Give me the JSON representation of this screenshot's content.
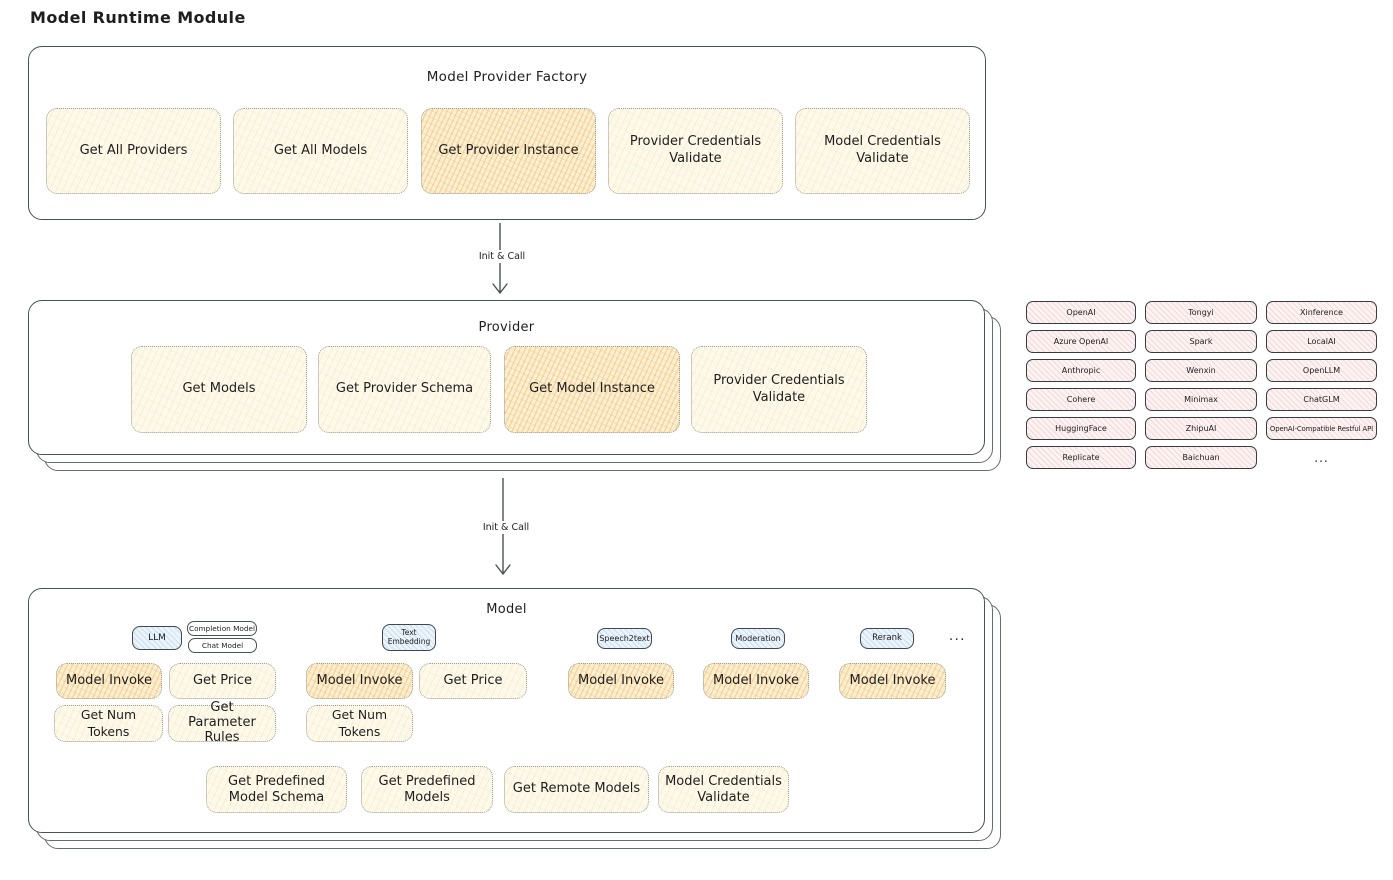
{
  "page_title": "Model Runtime Module",
  "colors": {
    "yellow_box_fill": "#fdfaec",
    "highlight_box_fill": "#fcf0d4",
    "hatch_orange": "#eb9d30",
    "pink_box_fill": "#fdf3f3",
    "pink_hatch": "#e09494",
    "blue_tag_fill": "#ebf3fb",
    "card_border": "#4b5158",
    "text": "#1e1e1e"
  },
  "factory": {
    "title": "Model Provider Factory",
    "boxes": [
      {
        "label": "Get All Providers",
        "highlighted": false
      },
      {
        "label": "Get All Models",
        "highlighted": false
      },
      {
        "label": "Get Provider Instance",
        "highlighted": true
      },
      {
        "label": "Provider Credentials Validate",
        "highlighted": false
      },
      {
        "label": "Model Credentials Validate",
        "highlighted": false
      }
    ]
  },
  "arrow_factory_provider": {
    "label": "Init & Call"
  },
  "provider": {
    "title": "Provider",
    "boxes": [
      {
        "label": "Get Models",
        "highlighted": false
      },
      {
        "label": "Get Provider Schema",
        "highlighted": false
      },
      {
        "label": "Get Model Instance",
        "highlighted": true
      },
      {
        "label": "Provider Credentials Validate",
        "highlighted": false
      }
    ]
  },
  "providers_list": {
    "items": [
      "OpenAI",
      "Tongyi",
      "Xinference",
      "Azure OpenAI",
      "Spark",
      "LocalAI",
      "Anthropic",
      "Wenxin",
      "OpenLLM",
      "Cohere",
      "Minimax",
      "ChatGLM",
      "HuggingFace",
      "ZhipuAI",
      "OpenAI-Compatible Restful API",
      "Replicate",
      "Baichuan",
      "..."
    ]
  },
  "arrow_provider_model": {
    "label": "Init & Call"
  },
  "model": {
    "title": "Model",
    "tags": {
      "llm": "LLM",
      "completion_model": "Completion Model",
      "chat_model": "Chat Model",
      "text_embedding": "Text Embedding",
      "speech2text": "Speech2text",
      "moderation": "Moderation",
      "rerank": "Rerank",
      "more": "..."
    },
    "llm_group": {
      "model_invoke": "Model Invoke",
      "get_price": "Get Price",
      "get_num_tokens": "Get Num Tokens",
      "get_parameter_rules": "Get Parameter Rules"
    },
    "text_embedding_group": {
      "model_invoke": "Model Invoke",
      "get_price": "Get Price",
      "get_num_tokens": "Get Num Tokens"
    },
    "speech2text_group": {
      "model_invoke": "Model Invoke"
    },
    "moderation_group": {
      "model_invoke": "Model Invoke"
    },
    "rerank_group": {
      "model_invoke": "Model Invoke"
    },
    "common": {
      "get_predefined_model_schema": "Get Predefined Model Schema",
      "get_predefined_models": "Get Predefined Models",
      "get_remote_models": "Get Remote Models",
      "model_credentials_validate": "Model Credentials Validate"
    }
  }
}
